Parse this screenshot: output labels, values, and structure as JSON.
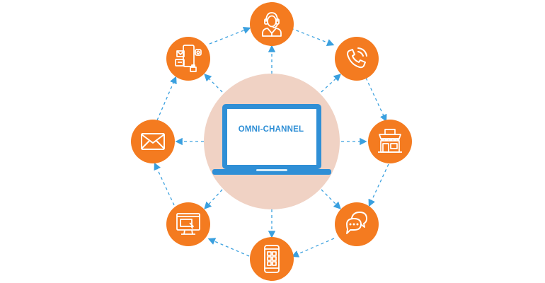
{
  "center": {
    "label": "OMNI-CHANNEL",
    "circle_color": "#f0d2c4",
    "laptop_frame_color": "#2f8fd6",
    "label_color": "#2f8fd6"
  },
  "nodes": [
    {
      "id": "agent",
      "icon": "support-agent-icon"
    },
    {
      "id": "phone",
      "icon": "phone-call-icon"
    },
    {
      "id": "store",
      "icon": "storefront-icon"
    },
    {
      "id": "chat",
      "icon": "chat-bubble-icon"
    },
    {
      "id": "mobile-app",
      "icon": "mobile-app-icon"
    },
    {
      "id": "web",
      "icon": "desktop-web-icon"
    },
    {
      "id": "email",
      "icon": "envelope-icon"
    },
    {
      "id": "social",
      "icon": "devices-social-icon"
    }
  ],
  "colors": {
    "node_fill": "#f47b20",
    "icon_stroke": "#ffffff",
    "connector": "#3aa0df"
  }
}
